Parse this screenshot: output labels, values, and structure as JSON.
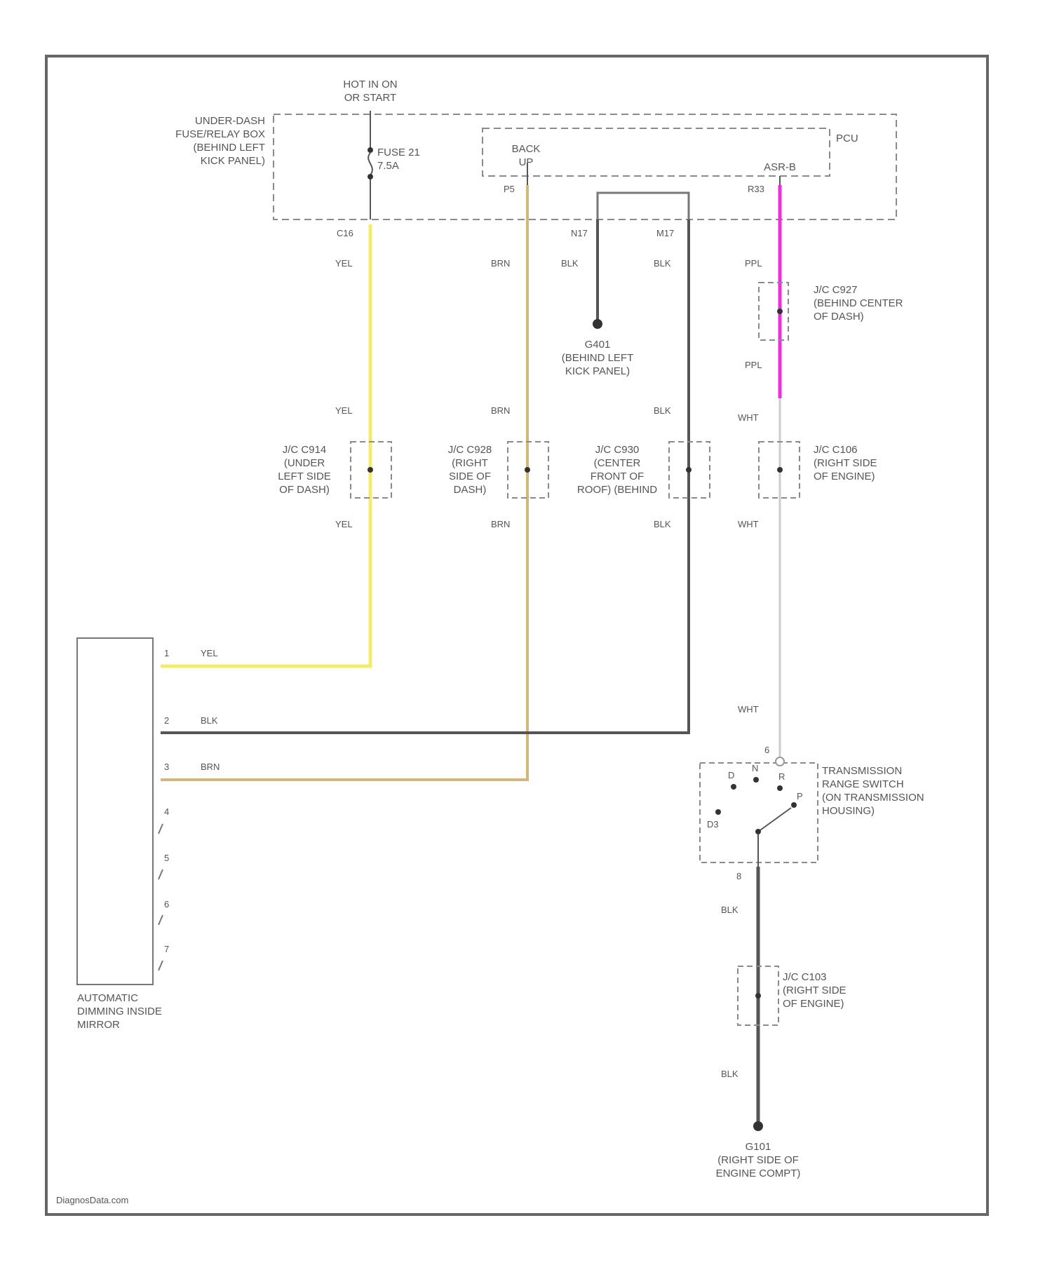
{
  "source_label": "HOT IN ON\nOR START",
  "fuse_box": {
    "label": "UNDER-DASH\nFUSE/RELAY BOX\n(BEHIND LEFT\nKICK PANEL)",
    "fuse_label": "FUSE 21\n7.5A",
    "pin_out": "C16",
    "back_label": "BACK\nUP",
    "back_pin": "P5",
    "asr_label": "ASR-B",
    "asr_pin": "R33",
    "pcu_label": "PCU",
    "ground_pins": [
      "N17",
      "M17"
    ]
  },
  "ground_g401": {
    "label": "G401\n(BEHIND LEFT\nKICK PANEL)"
  },
  "ground_g101": {
    "label": "G101\n(RIGHT SIDE OF\nENGINE COMPT)"
  },
  "wires": {
    "yel": "YEL",
    "brn": "BRN",
    "blk": "BLK",
    "ppl": "PPL",
    "wht": "WHT"
  },
  "colors": {
    "yel": "#f2ec6a",
    "brn": "#d2b87d",
    "blk": "#555555",
    "ppl": "#ef2fd9",
    "wht": "#cccccc",
    "frame": "#666666",
    "dash": "#8a8a8a"
  },
  "connectors": {
    "c914": "J/C C914\n(UNDER\nLEFT SIDE\nOF DASH)",
    "c928": "J/C C928\n(RIGHT\nSIDE OF\nDASH)",
    "c930": "J/C C930\n(CENTER\nFRONT OF\nROOF) (BEHIND",
    "c927": "J/C C927\n(BEHIND CENTER\nOF DASH)",
    "c106": "J/C C106\n(RIGHT SIDE\nOF ENGINE)",
    "c103": "J/C C103\n(RIGHT SIDE\nOF ENGINE)"
  },
  "mirror": {
    "label": "AUTOMATIC\nDIMMING INSIDE\nMIRROR",
    "pins": [
      "1",
      "2",
      "3",
      "4",
      "5",
      "6",
      "7"
    ]
  },
  "trs": {
    "label": "TRANSMISSION\nRANGE SWITCH\n(ON TRANSMISSION\nHOUSING)",
    "top_pin": "6",
    "bottom_pin": "8",
    "positions": [
      "D3",
      "D",
      "N",
      "R",
      "P"
    ]
  },
  "watermark": "DiagnosData.com"
}
